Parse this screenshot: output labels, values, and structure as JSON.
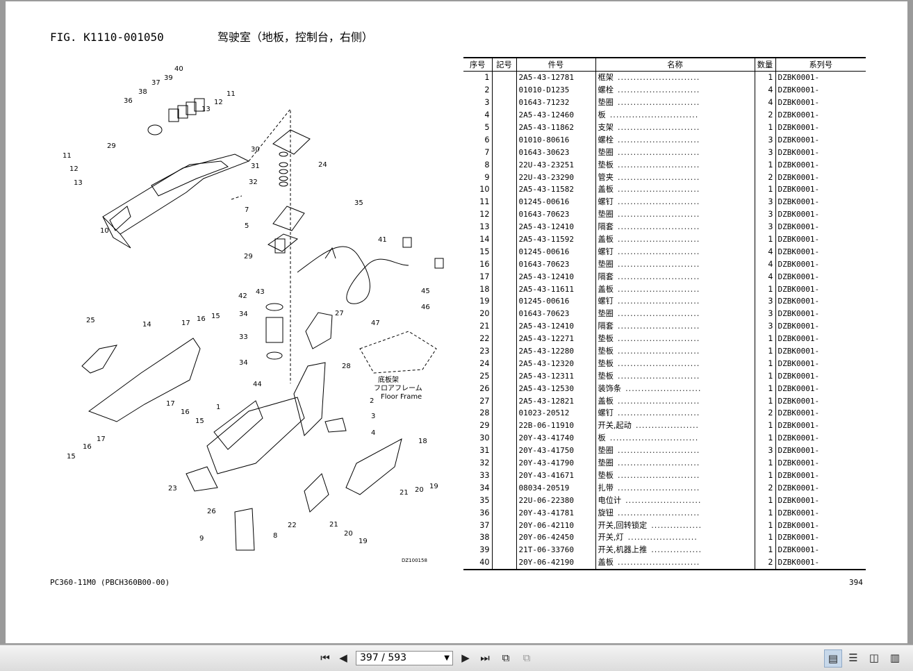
{
  "figure": {
    "code": "FIG. K1110-001050",
    "title": "驾驶室（地板，控制台，右侧）"
  },
  "diagram": {
    "floor_frame_label": {
      "cn": "底板架",
      "jp": "フロアフレーム",
      "en": "Floor Frame"
    },
    "ref_code": "DZ100158",
    "callouts": [
      "1",
      "4",
      "5",
      "7",
      "8",
      "9",
      "10",
      "11",
      "12",
      "13",
      "14",
      "15",
      "16",
      "17",
      "18",
      "19",
      "20",
      "21",
      "22",
      "23",
      "24",
      "25",
      "26",
      "27",
      "28",
      "29",
      "30",
      "31",
      "32",
      "33",
      "34",
      "35",
      "36",
      "37",
      "38",
      "39",
      "40",
      "41",
      "42",
      "43",
      "44",
      "45",
      "46",
      "47"
    ]
  },
  "table": {
    "headers": [
      "序号",
      "記号",
      "件号",
      "名称",
      "数量",
      "系列号"
    ],
    "rows": [
      {
        "seq": "1",
        "mark": "",
        "part": "2A5-43-12781",
        "name": "框架",
        "qty": "1",
        "serial": "DZBK0001-"
      },
      {
        "seq": "2",
        "mark": "",
        "part": "01010-D1235",
        "name": "螺栓",
        "qty": "4",
        "serial": "DZBK0001-"
      },
      {
        "seq": "3",
        "mark": "",
        "part": "01643-71232",
        "name": "垫圈",
        "qty": "4",
        "serial": "DZBK0001-"
      },
      {
        "seq": "4",
        "mark": "",
        "part": "2A5-43-12460",
        "name": "板",
        "qty": "2",
        "serial": "DZBK0001-"
      },
      {
        "seq": "5",
        "mark": "",
        "part": "2A5-43-11862",
        "name": "支架",
        "qty": "1",
        "serial": "DZBK0001-"
      },
      {
        "seq": "6",
        "mark": "",
        "part": "01010-80616",
        "name": "螺栓",
        "qty": "3",
        "serial": "DZBK0001-"
      },
      {
        "seq": "7",
        "mark": "",
        "part": "01643-30623",
        "name": "垫圈",
        "qty": "3",
        "serial": "DZBK0001-"
      },
      {
        "seq": "8",
        "mark": "",
        "part": "22U-43-23251",
        "name": "垫板",
        "qty": "1",
        "serial": "DZBK0001-"
      },
      {
        "seq": "9",
        "mark": "",
        "part": "22U-43-23290",
        "name": "管夹",
        "qty": "2",
        "serial": "DZBK0001-"
      },
      {
        "seq": "10",
        "mark": "",
        "part": "2A5-43-11582",
        "name": "盖板",
        "qty": "1",
        "serial": "DZBK0001-"
      },
      {
        "seq": "11",
        "mark": "",
        "part": "01245-00616",
        "name": "螺钉",
        "qty": "3",
        "serial": "DZBK0001-"
      },
      {
        "seq": "12",
        "mark": "",
        "part": "01643-70623",
        "name": "垫圈",
        "qty": "3",
        "serial": "DZBK0001-"
      },
      {
        "seq": "13",
        "mark": "",
        "part": "2A5-43-12410",
        "name": "隔套",
        "qty": "3",
        "serial": "DZBK0001-"
      },
      {
        "seq": "14",
        "mark": "",
        "part": "2A5-43-11592",
        "name": "盖板",
        "qty": "1",
        "serial": "DZBK0001-"
      },
      {
        "seq": "15",
        "mark": "",
        "part": "01245-00616",
        "name": "螺钉",
        "qty": "4",
        "serial": "DZBK0001-"
      },
      {
        "seq": "16",
        "mark": "",
        "part": "01643-70623",
        "name": "垫圈",
        "qty": "4",
        "serial": "DZBK0001-"
      },
      {
        "seq": "17",
        "mark": "",
        "part": "2A5-43-12410",
        "name": "隔套",
        "qty": "4",
        "serial": "DZBK0001-"
      },
      {
        "seq": "18",
        "mark": "",
        "part": "2A5-43-11611",
        "name": "盖板",
        "qty": "1",
        "serial": "DZBK0001-"
      },
      {
        "seq": "19",
        "mark": "",
        "part": "01245-00616",
        "name": "螺钉",
        "qty": "3",
        "serial": "DZBK0001-"
      },
      {
        "seq": "20",
        "mark": "",
        "part": "01643-70623",
        "name": "垫圈",
        "qty": "3",
        "serial": "DZBK0001-"
      },
      {
        "seq": "21",
        "mark": "",
        "part": "2A5-43-12410",
        "name": "隔套",
        "qty": "3",
        "serial": "DZBK0001-"
      },
      {
        "seq": "22",
        "mark": "",
        "part": "2A5-43-12271",
        "name": "垫板",
        "qty": "1",
        "serial": "DZBK0001-"
      },
      {
        "seq": "23",
        "mark": "",
        "part": "2A5-43-12280",
        "name": "垫板",
        "qty": "1",
        "serial": "DZBK0001-"
      },
      {
        "seq": "24",
        "mark": "",
        "part": "2A5-43-12320",
        "name": "垫板",
        "qty": "1",
        "serial": "DZBK0001-"
      },
      {
        "seq": "25",
        "mark": "",
        "part": "2A5-43-12311",
        "name": "垫板",
        "qty": "1",
        "serial": "DZBK0001-"
      },
      {
        "seq": "26",
        "mark": "",
        "part": "2A5-43-12530",
        "name": "装饰条",
        "qty": "1",
        "serial": "DZBK0001-"
      },
      {
        "seq": "27",
        "mark": "",
        "part": "2A5-43-12821",
        "name": "盖板",
        "qty": "1",
        "serial": "DZBK0001-"
      },
      {
        "seq": "28",
        "mark": "",
        "part": "01023-20512",
        "name": "螺钉",
        "qty": "2",
        "serial": "DZBK0001-"
      },
      {
        "seq": "29",
        "mark": "",
        "part": "22B-06-11910",
        "name": "开关,起动",
        "qty": "1",
        "serial": "DZBK0001-"
      },
      {
        "seq": "30",
        "mark": "",
        "part": "20Y-43-41740",
        "name": "板",
        "qty": "1",
        "serial": "DZBK0001-"
      },
      {
        "seq": "31",
        "mark": "",
        "part": "20Y-43-41750",
        "name": "垫圈",
        "qty": "3",
        "serial": "DZBK0001-"
      },
      {
        "seq": "32",
        "mark": "",
        "part": "20Y-43-41790",
        "name": "垫圈",
        "qty": "1",
        "serial": "DZBK0001-"
      },
      {
        "seq": "33",
        "mark": "",
        "part": "20Y-43-41671",
        "name": "垫板",
        "qty": "1",
        "serial": "DZBK0001-"
      },
      {
        "seq": "34",
        "mark": "",
        "part": "08034-20519",
        "name": "扎带",
        "qty": "2",
        "serial": "DZBK0001-"
      },
      {
        "seq": "35",
        "mark": "",
        "part": "22U-06-22380",
        "name": "电位计",
        "qty": "1",
        "serial": "DZBK0001-"
      },
      {
        "seq": "36",
        "mark": "",
        "part": "20Y-43-41781",
        "name": "旋钮",
        "qty": "1",
        "serial": "DZBK0001-"
      },
      {
        "seq": "37",
        "mark": "",
        "part": "20Y-06-42110",
        "name": "开关,回转锁定",
        "qty": "1",
        "serial": "DZBK0001-"
      },
      {
        "seq": "38",
        "mark": "",
        "part": "20Y-06-42450",
        "name": "开关,灯",
        "qty": "1",
        "serial": "DZBK0001-"
      },
      {
        "seq": "39",
        "mark": "",
        "part": "21T-06-33760",
        "name": "开关,机器上推",
        "qty": "1",
        "serial": "DZBK0001-"
      },
      {
        "seq": "40",
        "mark": "",
        "part": "20Y-06-42190",
        "name": "盖板",
        "qty": "2",
        "serial": "DZBK0001-"
      }
    ]
  },
  "footer": {
    "model": "PC360-11M0 (PBCH360B00-00)",
    "page_number": "394"
  },
  "viewer": {
    "page_indicator": "397 / 593",
    "buttons": {
      "first": "first-page-icon",
      "prev": "prev-page-icon",
      "next": "next-page-icon",
      "last": "last-page-icon",
      "goto_prev_view": "previous-view-icon",
      "goto_next_view": "next-view-icon",
      "single_page": "single-page-icon",
      "continuous": "continuous-icon",
      "facing": "facing-icon",
      "continuous_facing": "continuous-facing-icon"
    }
  }
}
